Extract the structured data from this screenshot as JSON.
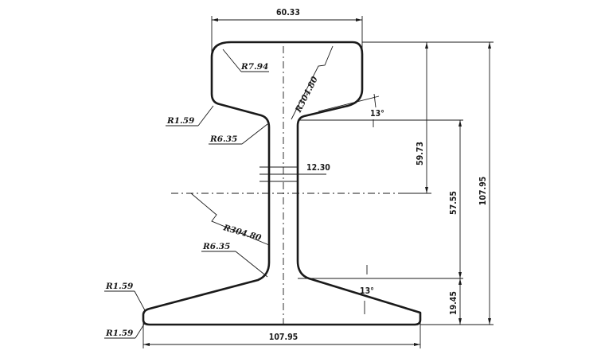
{
  "labels": {
    "head_width": "60.33",
    "base_width": "107.95",
    "total_height": "107.95",
    "head_to_neutral": "59.73",
    "web_height": "57.55",
    "base_height": "19.45",
    "web_thickness": "12.30",
    "r_head_corner": "R7.94",
    "r_head_top": "R304.80",
    "r_web": "R304.80",
    "r_head_under": "R1.59",
    "r_fillet_top": "R6.35",
    "r_fillet_bottom": "R6.35",
    "r_base_top": "R1.59",
    "r_base_bottom": "R1.59",
    "angle_top": "13°",
    "angle_bottom": "13°"
  }
}
